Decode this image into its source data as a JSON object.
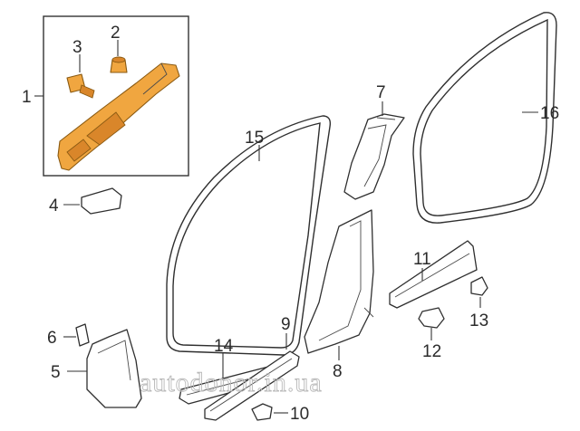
{
  "callouts": {
    "c1": "1",
    "c2": "2",
    "c3": "3",
    "c4": "4",
    "c5": "5",
    "c6": "6",
    "c7": "7",
    "c8": "8",
    "c9": "9",
    "c10": "10",
    "c11": "11",
    "c12": "12",
    "c13": "13",
    "c14": "14",
    "c15": "15",
    "c16": "16"
  },
  "watermark": "autodonor.in.ua",
  "colors": {
    "highlight": "#f0a640",
    "outline": "#2f2f2f",
    "box": "#333333"
  }
}
